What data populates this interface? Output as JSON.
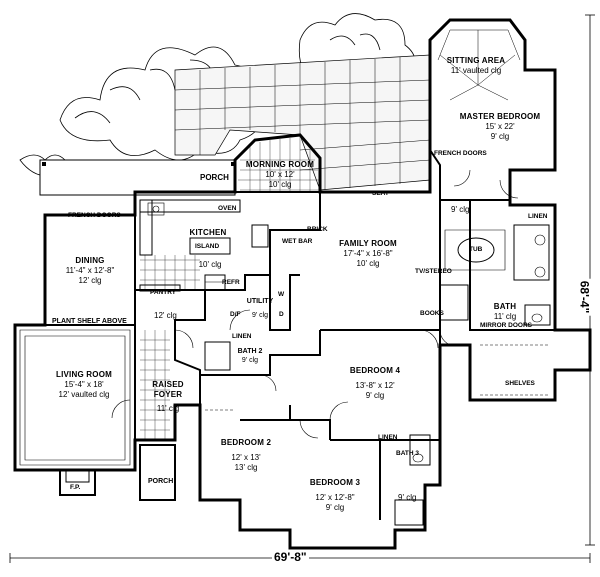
{
  "rooms": {
    "sitting_area": {
      "name": "SITTING AREA",
      "spec": "11' vaulted clg"
    },
    "master_bedroom": {
      "name": "MASTER BEDROOM",
      "size": "15' x 22'",
      "clg": "9' clg"
    },
    "morning_room": {
      "name": "MORNING ROOM",
      "size": "10' x 12'",
      "clg": "10' clg"
    },
    "family_room": {
      "name": "FAMILY ROOM",
      "size": "17'-4\" x 16'-8\"",
      "clg": "10' clg"
    },
    "kitchen": {
      "name": "KITCHEN",
      "clg": "10' clg"
    },
    "dining": {
      "name": "DINING",
      "size": "11'-4\" x 12'-8\"",
      "clg": "12' clg"
    },
    "living_room": {
      "name": "LIVING ROOM",
      "size": "15'-4\" x 18'",
      "clg": "12' vaulted clg"
    },
    "raised_foyer": {
      "name": "RAISED\nFOYER",
      "clg": "11' clg"
    },
    "bedroom2": {
      "name": "BEDROOM 2",
      "size": "12' x 13'",
      "clg": "13' clg"
    },
    "bedroom3": {
      "name": "BEDROOM 3",
      "size": "12' x 12'-8\"",
      "clg": "9' clg"
    },
    "bedroom4": {
      "name": "BEDROOM 4",
      "size": "13'-8\" x 12'",
      "clg": "9' clg"
    },
    "bath2": {
      "name": "BATH 2",
      "clg": "9' clg"
    },
    "bath": {
      "name": "BATH",
      "clg": "11' clg"
    },
    "utility": {
      "name": "UTILITY",
      "clg": "9' clg"
    }
  },
  "labels": {
    "porch_top": "PORCH",
    "porch_bottom": "PORCH",
    "french_doors_left": "FRENCH DOORS",
    "french_doors_master": "FRENCH DOORS",
    "oven": "OVEN",
    "island": "ISLAND",
    "brick": "BRICK",
    "wet_bar": "WET BAR",
    "seat": "SEAT",
    "pantry": "PANTRY",
    "refr": "REFR",
    "hall_clg": "12' clg",
    "w": "W",
    "df": "D/F",
    "d": "D",
    "plant_shelf": "PLANT SHELF ABOVE",
    "linen_bath2": "LINEN",
    "linen_master": "LINEN",
    "linen_bath3": "LINEN",
    "closet_clg_master": "9' clg",
    "closet_clg_bath3": "9' clg",
    "tub": "TUB",
    "tv_stereo": "TV/STEREO",
    "books": "BOOKS",
    "mirror_doors": "MIRROR DOORS",
    "shelves": "SHELVES",
    "bath3": "BATH 3",
    "fp": "F.P."
  },
  "dimensions": {
    "width": "69'-8\"",
    "depth": "68'-4\""
  }
}
